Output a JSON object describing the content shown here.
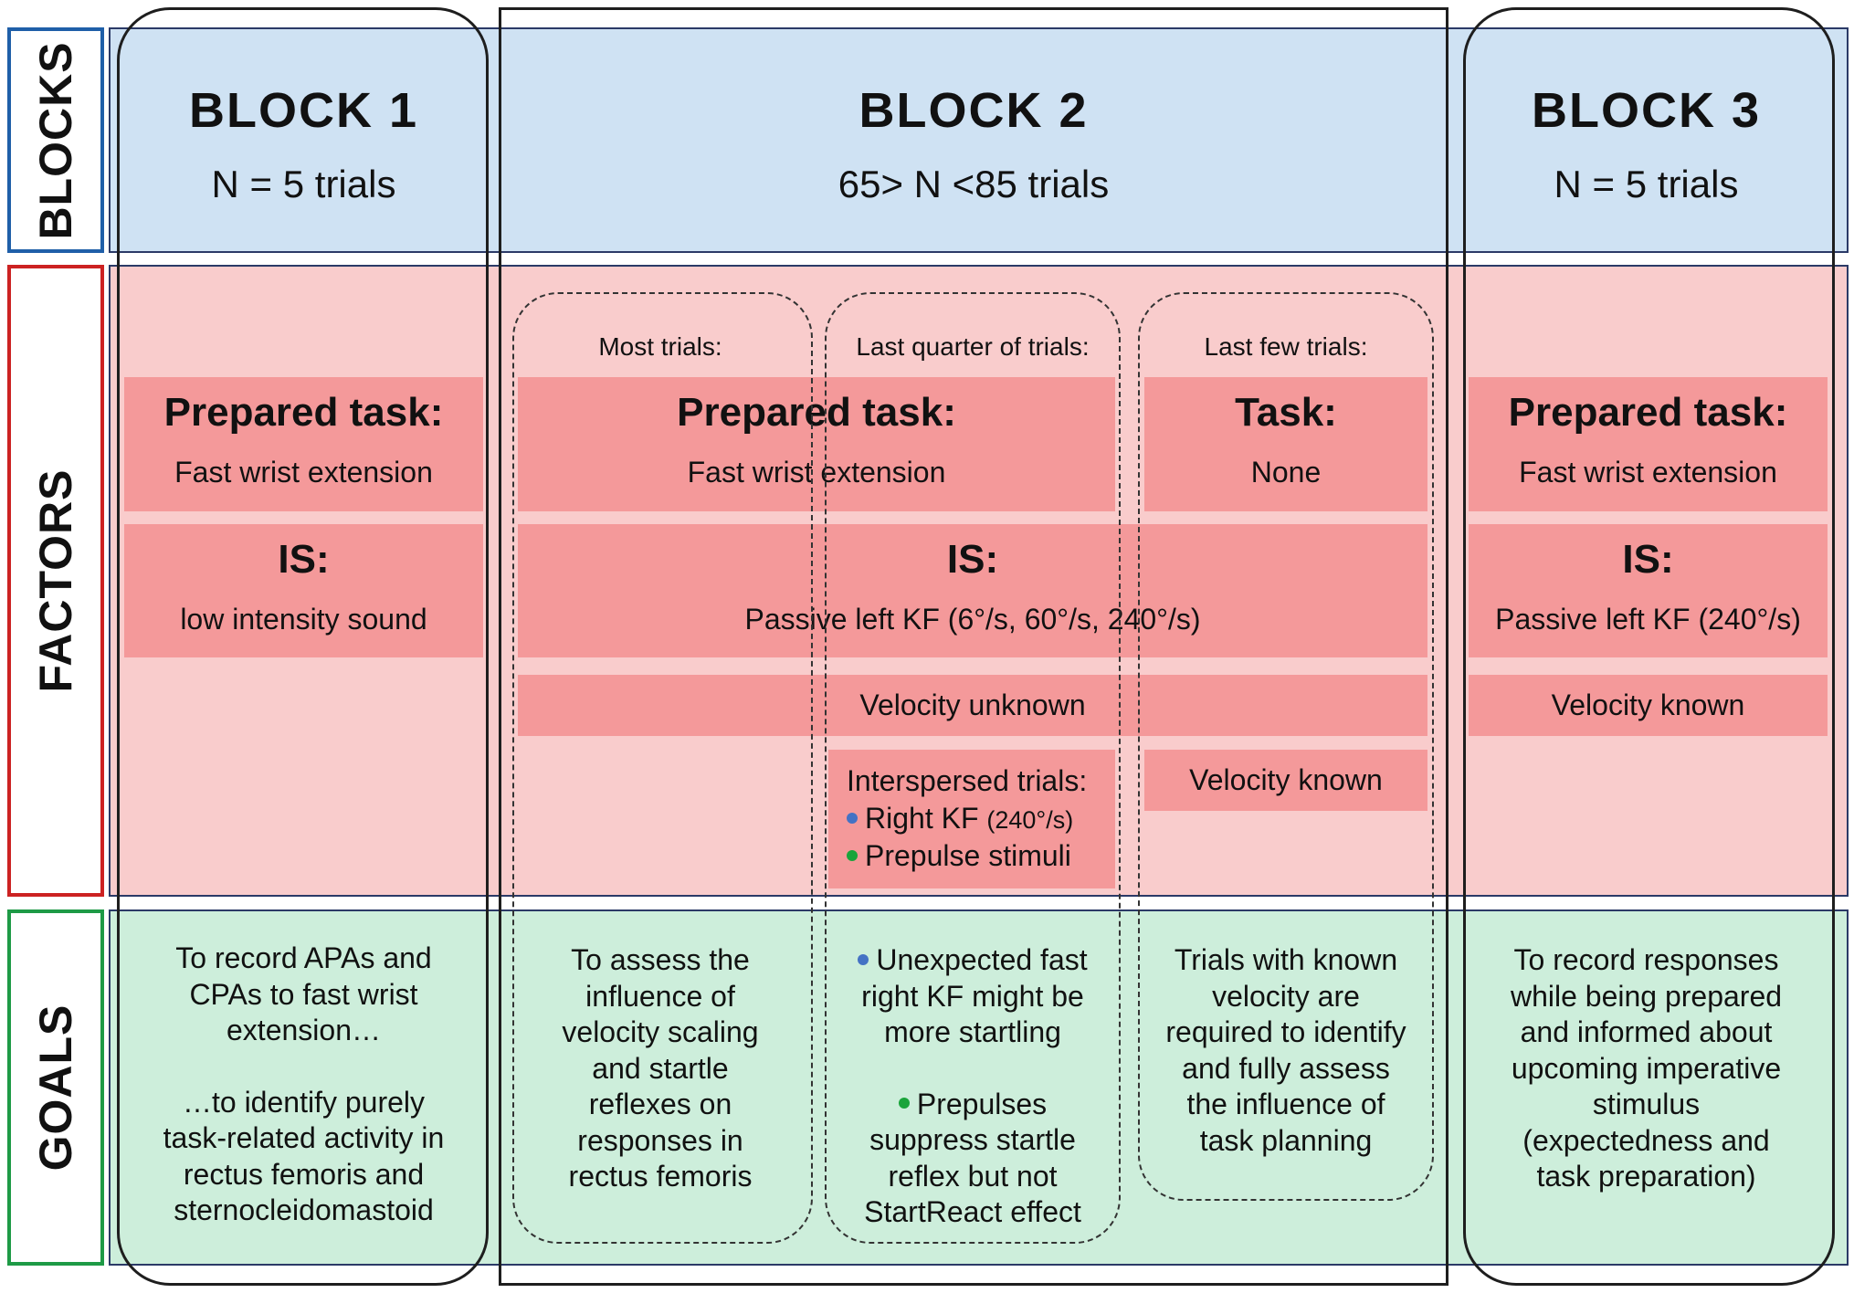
{
  "side_labels": {
    "blocks": "BLOCKS",
    "factors": "FACTORS",
    "goals": "GOALS"
  },
  "colors": {
    "blocks_band": "#cfe2f3",
    "factors_band": "#f9cccc",
    "goals_band": "#cdeedb",
    "factor_box": "#f4999a",
    "blocks_label_border": "#1f5fa8",
    "factors_label_border": "#cc2222",
    "goals_label_border": "#1e9a46",
    "bullet_blue": "#4472c4",
    "bullet_green": "#1aa43b"
  },
  "block1": {
    "title": "BLOCK 1",
    "trials": "N = 5 trials",
    "prepared_head": "Prepared task:",
    "prepared_desc": "Fast wrist extension",
    "is_head": "IS:",
    "is_desc": "low intensity sound",
    "goal_lines": [
      "To record APAs and",
      "CPAs to fast wrist",
      "extension…"
    ],
    "goal_lines_2": [
      "…to identify purely",
      "task-related activity in",
      "rectus femoris and",
      "sternocleidomastoid"
    ]
  },
  "block2": {
    "title": "BLOCK 2",
    "trials": "65> N <85 trials",
    "phase_labels": [
      "Most trials:",
      "Last quarter of trials:",
      "Last few trials:"
    ],
    "prepared_head": "Prepared task:",
    "prepared_desc": "Fast wrist extension",
    "task_head": "Task:",
    "task_desc": "None",
    "is_head": "IS:",
    "is_desc": "Passive left KF (6°/s, 60°/s, 240°/s)",
    "velocity_unknown": "Velocity unknown",
    "interspersed_title": "Interspersed trials:",
    "interspersed_item1_main": "Right KF",
    "interspersed_item1_note": "(240°/s)",
    "interspersed_item2": "Prepulse stimuli",
    "velocity_known": "Velocity known",
    "goal1_lines": [
      "To assess the",
      "influence of",
      "velocity scaling",
      "and startle",
      "reflexes on",
      "responses in",
      "rectus femoris"
    ],
    "goal2_a_lines": [
      "Unexpected fast",
      "right KF might be",
      "more startling"
    ],
    "goal2_b_lines": [
      "Prepulses",
      "suppress startle",
      "reflex but not",
      "StartReact effect"
    ],
    "goal3_lines": [
      "Trials with known",
      "velocity are",
      "required to identify",
      "and fully assess",
      "the influence of",
      "task planning"
    ]
  },
  "block3": {
    "title": "BLOCK 3",
    "trials": "N = 5 trials",
    "prepared_head": "Prepared task:",
    "prepared_desc": "Fast wrist extension",
    "is_head": "IS:",
    "is_desc": "Passive left KF (240°/s)",
    "velocity_known": "Velocity known",
    "goal_lines": [
      "To record responses",
      "while being prepared",
      "and informed about",
      "upcoming imperative",
      "stimulus",
      "(expectedness and",
      "task preparation)"
    ]
  }
}
